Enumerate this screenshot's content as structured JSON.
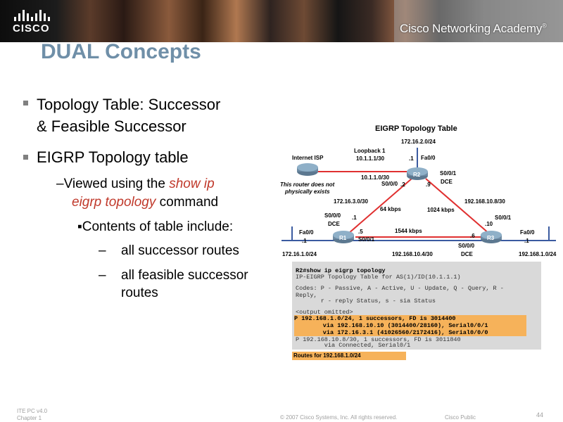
{
  "header": {
    "logo_text": "CISCO",
    "academy": "Cisco Networking Academy",
    "trademark": "®"
  },
  "title": "DUAL Concepts",
  "bullets": {
    "b1_line1": "Topology Table:  Successor",
    "b1_line2": "& Feasible Successor",
    "b2": "EIGRP Topology table",
    "sub1_pre": "–Viewed using the ",
    "sub1_em1": "show ip",
    "sub1_em2": "eigrp topology",
    "sub1_post": " command",
    "sub2": "▪Contents of table include:",
    "dash": "–",
    "item1": "all successor routes",
    "item2a": "all feasible successor",
    "item2b": "routes"
  },
  "diagram": {
    "title": "EIGRP Topology Table",
    "internet_isp": "Internet ISP",
    "loopback": "Loopback 1",
    "loopback_ip": "10.1.1.1/30",
    "not_physical_1": "This router does not",
    "not_physical_2": "physically exists",
    "r2_top_net": "172.16.2.0/24",
    "r2_fa": "Fa0/0",
    "r2_top_host": ".1",
    "r2_s001": "S0/0/1",
    "r2_dce": "DCE",
    "r2_s000": "S0/0/0",
    "r2_left_net": "10.1.1.0/30",
    "r2_dot2": ".2",
    "r2_dot9": ".9",
    "r1r2_net": "172.16.3.0/30",
    "r1r2_bw": "64 kbps",
    "r2r3_bw": "1024 kbps",
    "r2r3_net": "192.168.10.8/30",
    "r1_s000": "S0/0/0",
    "r1_dce": "DCE",
    "r1_dot1": ".1",
    "r1_fa": "Fa0/0",
    "r1_fa_host": ".1",
    "r1_dot5": ".5",
    "r1_s001": "S0/0/1",
    "r1_lan": "172.16.1.0/24",
    "r1r3_bw": "1544 kbps",
    "r1r3_net": "192.168.10.4/30",
    "r3_dot6": ".6",
    "r3_s000": "S0/0/0",
    "r3_dce": "DCE",
    "r3_dot10": ".10",
    "r3_s001": "S0/0/1",
    "r3_fa": "Fa0/0",
    "r3_fa_host": ".1",
    "r3_lan": "192.168.1.0/24",
    "r1": "R1",
    "r2": "R2",
    "r3": "R3"
  },
  "cli": {
    "l1": "R2#show ip eigrp topology",
    "l2": "IP-EIGRP Topology Table for AS(1)/ID(10.1.1.1)",
    "l3": "Codes: P - Passive, A - Active, U - Update, Q - Query, R -",
    "l4": "Reply,",
    "l5": "       r - reply Status, s - sia Status",
    "l6": "<output omitted>",
    "l7": "P 192.168.1.0/24, 1 successors, FD is 3014400",
    "l8": "        via 192.168.10.10 (3014400/28160), Serial0/0/1",
    "l9": "        via 172.16.3.1 (41026560/2172416), Serial0/0/0",
    "l10": "P 192.168.10.8/30, 1 successors, FD is 3011840",
    "l11": "        via Connected, Serial0/1",
    "routes_label": "Routes for 192.168.1.0/24"
  },
  "footer": {
    "left1": "ITE PC v4.0",
    "left2": "Chapter 1",
    "copyright": "© 2007 Cisco Systems, Inc. All rights reserved.",
    "public": "Cisco Public",
    "page": "44"
  },
  "colors": {
    "title": "#6f8fa8",
    "emphasis": "#c0392b",
    "link": "#c41e3a",
    "highlight": "#f6b25a"
  }
}
